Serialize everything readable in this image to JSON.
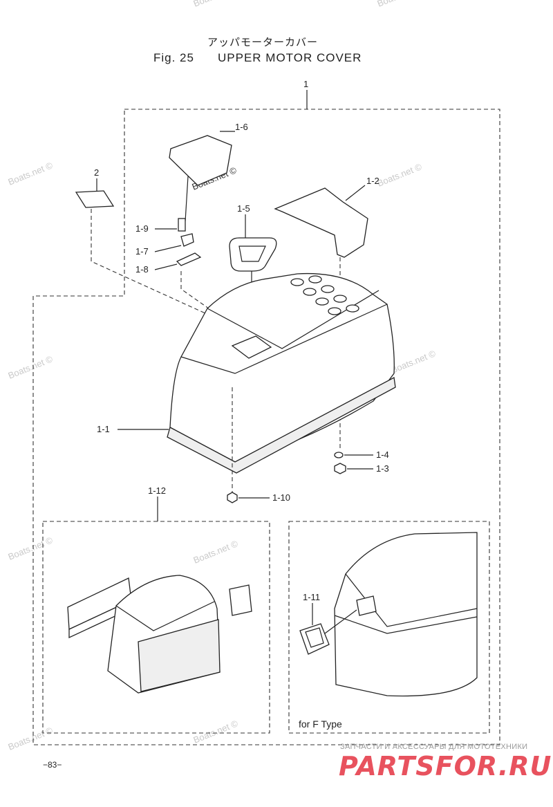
{
  "header": {
    "title_jp": "アッパモーターカバー",
    "fig_number": "Fig. 25",
    "title_en": "UPPER MOTOR COVER"
  },
  "callouts": {
    "c1": "1",
    "c2": "2",
    "c1_1": "1-1",
    "c1_2": "1-2",
    "c1_3": "1-3",
    "c1_4": "1-4",
    "c1_5": "1-5",
    "c1_6": "1-6",
    "c1_7": "1-7",
    "c1_8": "1-8",
    "c1_9": "1-9",
    "c1_10": "1-10",
    "c1_11": "1-11",
    "c1_12": "1-12"
  },
  "inset": {
    "f_type_label": "for F Type"
  },
  "watermark": "Boats.net ©",
  "footer": {
    "page_number": "−83−",
    "brand_subtitle": "ЗАПЧАСТИ И АКСЕССУАРЫ ДЛЯ МОТОТЕХНИКИ",
    "brand_name": "PARTSFOR.RU"
  }
}
